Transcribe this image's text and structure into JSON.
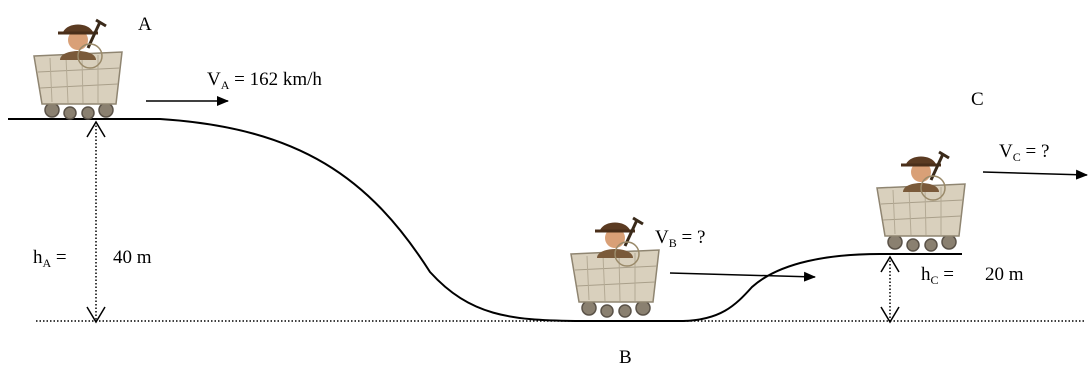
{
  "points": {
    "a": "A",
    "b": "B",
    "c": "C"
  },
  "velocity_a": {
    "symbol": "V",
    "subscript": "A",
    "rest": "= 162 km/h"
  },
  "velocity_b": {
    "symbol": "V",
    "subscript": "B",
    "rest": "= ?"
  },
  "velocity_c": {
    "symbol": "V",
    "subscript": "C",
    "rest": "= ?"
  },
  "height_a": {
    "symbol": "h",
    "subscript": "A",
    "rest": "=",
    "value": "40 m"
  },
  "height_c": {
    "symbol": "h",
    "subscript": "C",
    "rest": "=",
    "value": "20 m"
  },
  "icons": {
    "cart": "mine-cart-with-adventurer-icon",
    "arrow": "velocity-arrow-icon"
  }
}
